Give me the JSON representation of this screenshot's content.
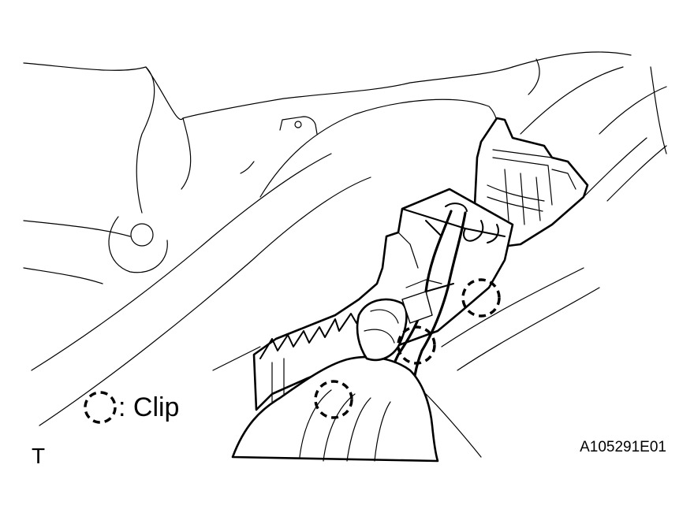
{
  "legend": {
    "clip_label": ": Clip"
  },
  "view_marker": "T",
  "figure_code": "A105291E01"
}
